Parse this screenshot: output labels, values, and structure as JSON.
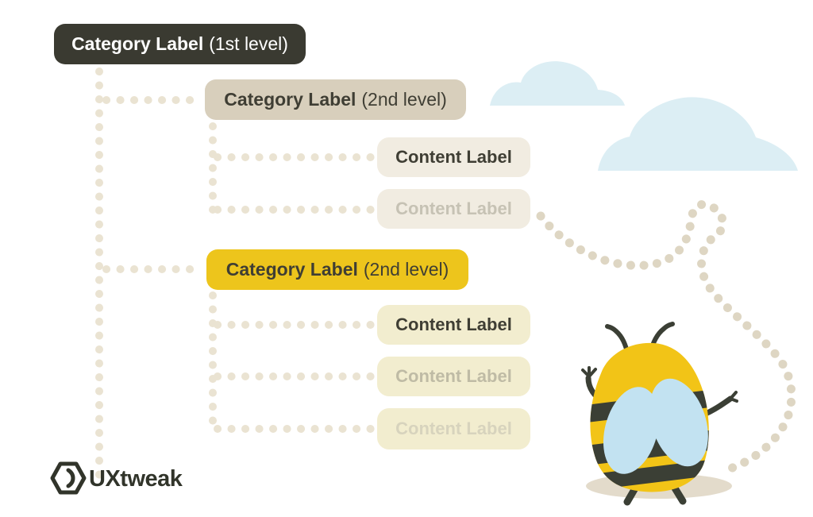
{
  "palette": {
    "dark": "#3a3a31",
    "beige": "#d8cfbc",
    "cream": "#f1ece1",
    "yellow": "#edc51c",
    "pale-yellow": "#f2edcf",
    "dot": "#eae3d2",
    "trail-dot": "#ded6c3",
    "cloud": "#dceef4",
    "bee-yellow": "#f2c417",
    "bee-dark": "#3b3f35",
    "wing-blue": "#c2e2f1",
    "bee-shadow": "#e3dbcb",
    "text-white": "#ffffff",
    "text-dark": "#3f3e34",
    "faded-1": "#c6c2b4",
    "faded-2": "#bfbba5",
    "faded-3": "#d7d3bd",
    "logo-dark": "#31342a"
  },
  "tree": {
    "title": "Category Label",
    "suffix": "(1st level)",
    "children": [
      {
        "title": "Category Label",
        "suffix": "(2nd level)",
        "children": [
          {
            "title": "Content Label"
          },
          {
            "title": "Content Label"
          }
        ]
      },
      {
        "title": "Category Label",
        "suffix": "(2nd level)",
        "highlighted": true,
        "children": [
          {
            "title": "Content Label"
          },
          {
            "title": "Content Label"
          },
          {
            "title": "Content Label"
          }
        ]
      }
    ]
  },
  "brand": {
    "name": "UXtweak"
  }
}
